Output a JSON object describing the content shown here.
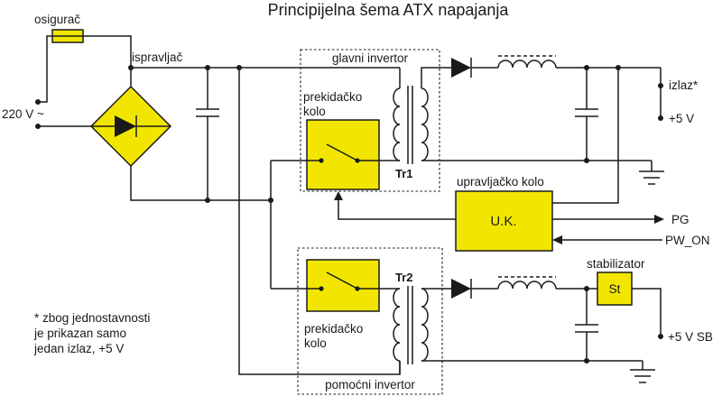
{
  "title": "Principijelna šema ATX napajanja",
  "colors": {
    "component_fill": "#f2e600",
    "line": "#1a1a1a",
    "background": "#ffffff"
  },
  "labels": {
    "fuse": "osigurač",
    "input_voltage": "220 V ~",
    "rectifier": "ispravljač",
    "main_inverter": "glavni invertor",
    "switching_circuit_line1": "prekidačko",
    "switching_circuit_line2": "kolo",
    "transformer1": "Tr1",
    "transformer2": "Tr2",
    "control_circuit": "upravljačko kolo",
    "control_circuit_abbr": "U.K.",
    "power_good": "PG",
    "power_on": "PW_ON",
    "output": "izlaz*",
    "output_5v": "+5 V",
    "stabilizer": "stabilizator",
    "stabilizer_abbr": "St",
    "standby_5v": "+5 V SB",
    "aux_inverter": "pomoćni invertor",
    "note_line1": "* zbog jednostavnosti",
    "note_line2": "je prikazan samo",
    "note_line3": "jedan izlaz, +5 V"
  }
}
